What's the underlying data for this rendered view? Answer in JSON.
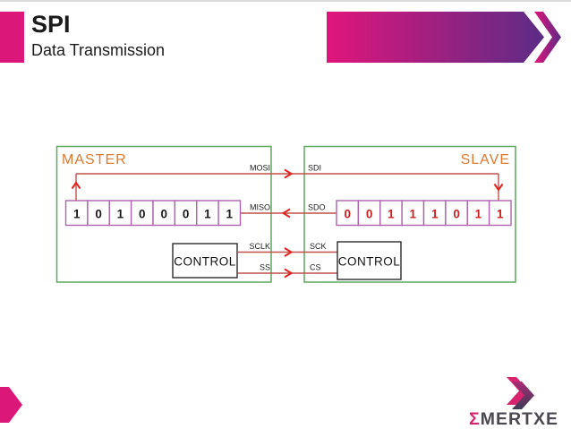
{
  "slide": {
    "title": "SPI",
    "subtitle": "Data Transmission"
  },
  "header": {
    "accent_color": "#DB1879",
    "banner_gradient_start": "#E0157B",
    "banner_gradient_end": "#5C2C86"
  },
  "diagram": {
    "master": {
      "label": "MASTER",
      "register_bits": [
        "1",
        "0",
        "1",
        "0",
        "0",
        "0",
        "1",
        "1"
      ],
      "control_label": "CONTROL",
      "signal_labels": {
        "mosi": "MOSI",
        "miso": "MISO",
        "sclk": "SCLK",
        "ss": "SS"
      }
    },
    "slave": {
      "label": "SLAVE",
      "register_bits": [
        "0",
        "0",
        "1",
        "1",
        "1",
        "0",
        "1",
        "1"
      ],
      "control_label": "CONTROL",
      "signal_labels": {
        "sdi": "SDI",
        "sdo": "SDO",
        "sck": "SCK",
        "cs": "CS"
      }
    },
    "colors": {
      "block_border": "#5EA75E",
      "register_border": "#AE62AE",
      "signal_line": "#C0504D",
      "arrow": "#E2241F",
      "block_label": "#E07A2E",
      "master_bits": "#1A1A1A",
      "slave_bits": "#CC2020"
    }
  },
  "footer": {
    "logo_sigma": "Σ",
    "logo_text": "MERTXE",
    "sigma_color": "#D6246E",
    "text_color": "#4B4852"
  }
}
